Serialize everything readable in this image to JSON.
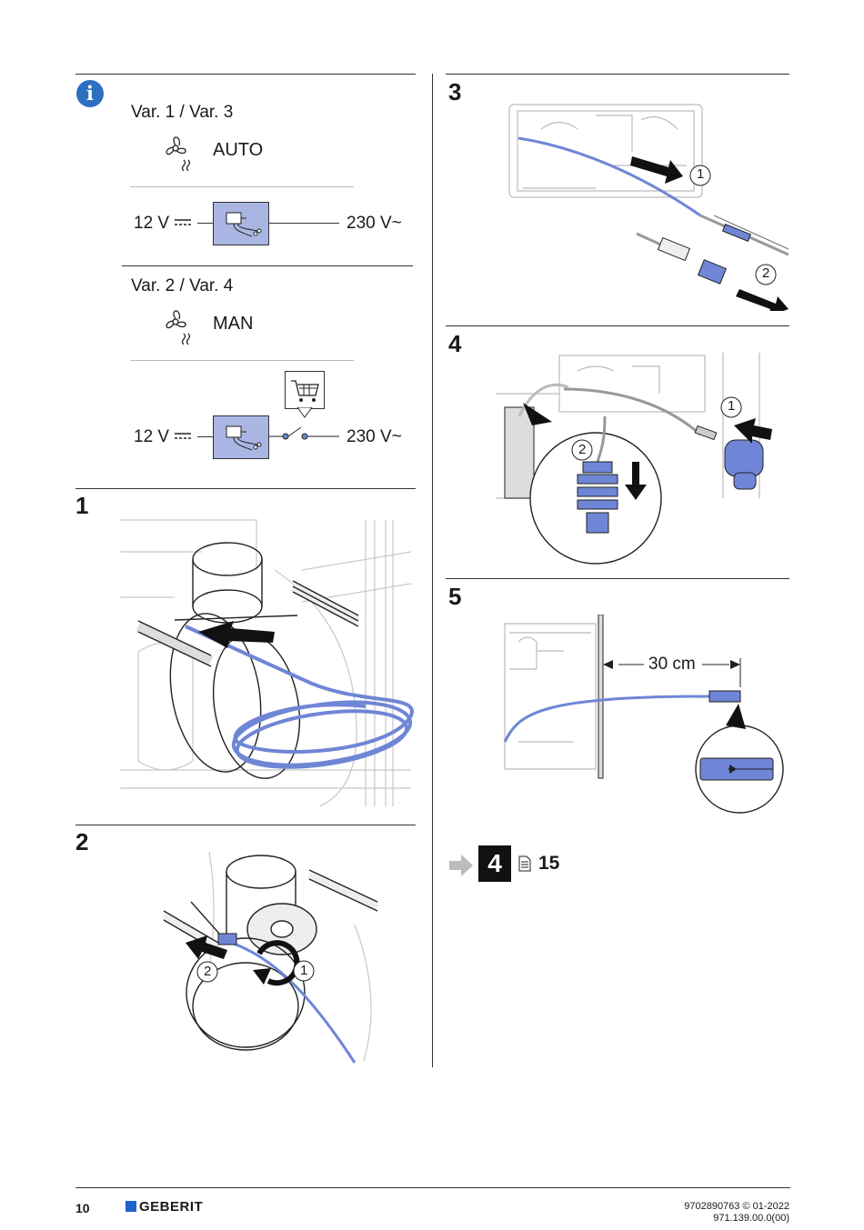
{
  "info_panel": {
    "var_1_3": "Var. 1 / Var. 3",
    "mode_auto": "AUTO",
    "var_2_4": "Var. 2 / Var. 4",
    "mode_man": "MAN",
    "voltage_low": "12 V",
    "voltage_high": "230 V~"
  },
  "steps": {
    "s1": "1",
    "s2": "2",
    "s3": "3",
    "s4": "4",
    "s5": "5"
  },
  "callouts": {
    "c1": "1",
    "c2": "2"
  },
  "step5_measure": "30 cm",
  "reference": {
    "chapter": "4",
    "page": "15"
  },
  "footer": {
    "page_number": "10",
    "brand": "GEBERIT",
    "doc_number": "9702890763 © 01-2022",
    "article_number": "971.139.00.0(00)"
  },
  "colors": {
    "accent_blue": "#6f86d6",
    "box_blue": "#a9b6e4",
    "brand_blue": "#1f62c9"
  }
}
